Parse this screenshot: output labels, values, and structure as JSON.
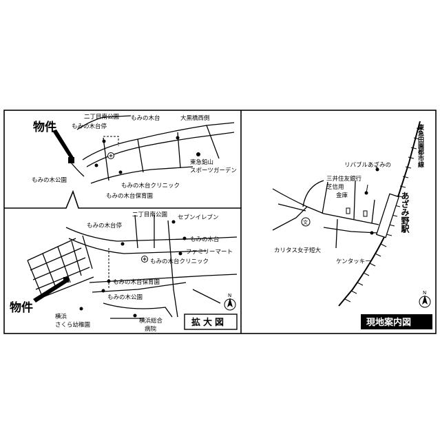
{
  "map": {
    "top_map": {
      "property_label": "物件",
      "places": {
        "park_south": "二丁目南公園",
        "momi_stop": "もみの木台停",
        "momi_dai": "もみの木台",
        "ookurobashi": "大黒橋西側",
        "sports_garden_1": "東急鉛山",
        "sports_garden_2": "スポーツガーデン",
        "momi_park": "もみの木公園",
        "clinic": "もみの木台クリニック",
        "nursery": "もみの木台保育園"
      }
    },
    "zoom_map": {
      "property_label": "物件",
      "badge": "拡大図",
      "places": {
        "park_south": "二丁目南公園",
        "seven_eleven": "セブンイレブン",
        "momi_stop": "もみの木台停",
        "momi_dai": "もみの木台",
        "family_mart": "ファミリーマート",
        "clinic": "もみの木台クリニック",
        "nursery": "もみの木台保育園",
        "momi_park": "もみの木公園",
        "kindergarten_1": "横浜",
        "kindergarten_2": "さくら幼稚園",
        "hospital_1": "横浜総合",
        "hospital_2": "病院"
      }
    },
    "area_map": {
      "badge": "現地案内図",
      "railway": "東急田園都市線",
      "station": "あざみ野駅",
      "places": {
        "liberable": "リバブルあざみの",
        "sumitomo": "三井住友銀行",
        "shiba_1": "芝信用",
        "shiba_2": "金庫",
        "caritas": "カリタス女子短大",
        "kentucky": "ケンタッキー"
      }
    },
    "north_mark": "N"
  }
}
